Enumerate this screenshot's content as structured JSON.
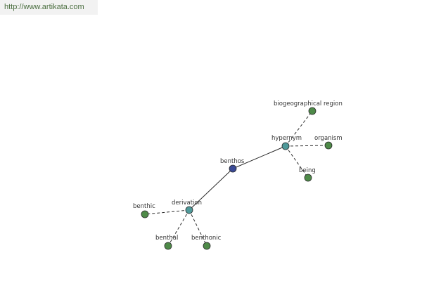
{
  "site": {
    "url_text": "http://www.artikata.com"
  },
  "colors": {
    "center": "#3a4a96",
    "relation": "#4f9a9a",
    "leaf": "#4e8a48"
  },
  "graph": {
    "center": {
      "label": "benthos"
    },
    "relations": [
      {
        "label": "hypernym",
        "targets": [
          "biogeographical region",
          "organism",
          "being"
        ]
      },
      {
        "label": "derivation",
        "targets": [
          "benthic",
          "benthal",
          "benthonic"
        ]
      }
    ]
  }
}
